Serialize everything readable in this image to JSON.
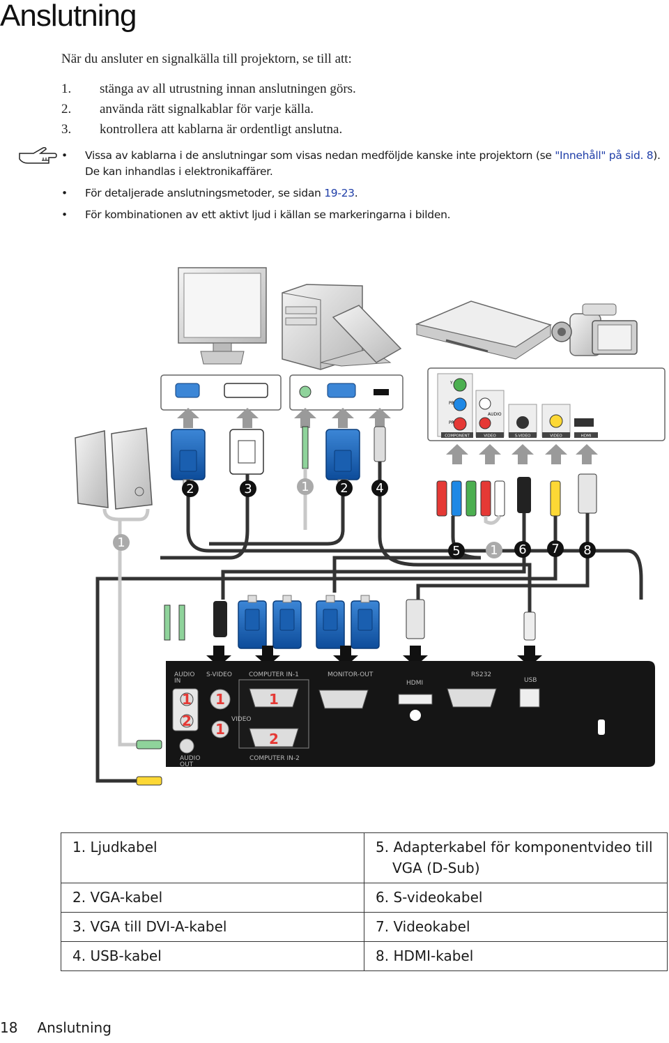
{
  "page": {
    "title": "Anslutning",
    "intro": "När du ansluter en signalkälla till projektorn, se till att:",
    "steps": [
      {
        "num": "1.",
        "text": "stänga av all utrustning innan anslutningen görs."
      },
      {
        "num": "2.",
        "text": "använda rätt signalkablar för varje källa."
      },
      {
        "num": "3.",
        "text": "kontrollera att kablarna är ordentligt anslutna."
      }
    ],
    "notes": {
      "n1_a": "Vissa av kablarna i de anslutningar som visas nedan medföljde kanske inte projektorn (se ",
      "n1_link": "\"Innehåll\" på sid. 8",
      "n1_b": "). De kan inhandlas i elektronikaffärer.",
      "n2_a": "För detaljerade anslutningsmetoder, se sidan ",
      "n2_link": "19-23",
      "n2_b": ".",
      "n3": "För kombinationen av ett aktivt ljud i källan se markeringarna i bilden."
    },
    "link_color": "#1f3ea8"
  },
  "diagram": {
    "source_panel_av_labels": [
      "COMPONENT",
      "VIDEO",
      "S-VIDEO",
      "VIDEO",
      "HDMI"
    ],
    "source_panel_small": [
      "Y",
      "PB",
      "PR",
      "AUDIO"
    ],
    "callouts": [
      "2",
      "3",
      "1",
      "2",
      "4",
      "5",
      "1",
      "6",
      "7",
      "8",
      "1"
    ],
    "projector_labels": {
      "audio_in": "AUDIO\nIN",
      "svideo": "S-VIDEO",
      "computer_in_1": "COMPUTER IN-1",
      "monitor_out": "MONITOR-OUT",
      "hdmi": "HDMI",
      "rs232": "RS232",
      "usb": "USB",
      "video": "VIDEO",
      "audio_out": "AUDIO\nOUT",
      "computer_in_2": "COMPUTER IN-2",
      "mark_1": "1",
      "mark_2": "2"
    }
  },
  "legend": [
    [
      "1. Ljudkabel",
      "5. Adapterkabel för komponentvideo till",
      "VGA (D-Sub)"
    ],
    [
      "2. VGA-kabel",
      "6. S-videokabel"
    ],
    [
      "3. VGA till DVI-A-kabel",
      "7. Videokabel"
    ],
    [
      "4. USB-kabel",
      "8. HDMI-kabel"
    ]
  ],
  "footer": {
    "page_number": "18",
    "section": "Anslutning"
  }
}
